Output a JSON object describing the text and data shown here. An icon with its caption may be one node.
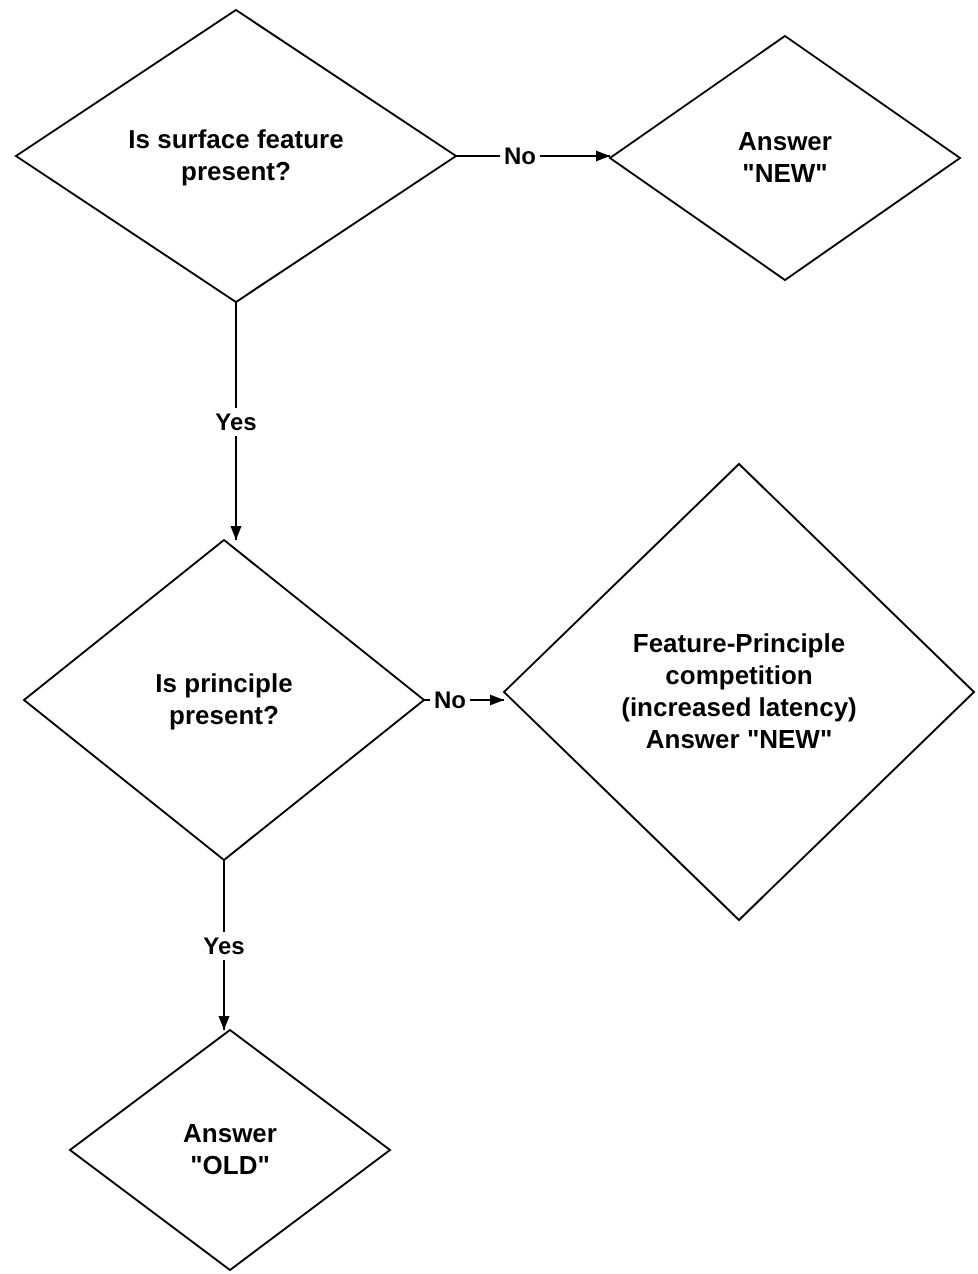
{
  "diagram": {
    "nodes": [
      {
        "text": [
          "Is surface feature present?"
        ]
      },
      {
        "text": [
          "Answer \"NEW\""
        ]
      },
      {
        "text": [
          "Is principle present?"
        ]
      },
      {
        "text": [
          "Feature-Principle competition (increased latency) Answer \"NEW\""
        ]
      },
      {
        "text": [
          "Answer \"OLD\""
        ]
      }
    ],
    "edges": [
      {
        "from": 0,
        "to": 1,
        "arrow": "to",
        "label": "No"
      },
      {
        "from": 0,
        "to": 2,
        "arrow": "to",
        "label": "Yes"
      },
      {
        "from": 2,
        "to": 3,
        "arrow": "to",
        "label": "No"
      },
      {
        "from": 2,
        "to": 4,
        "arrow": "to",
        "label": "Yes"
      }
    ]
  }
}
